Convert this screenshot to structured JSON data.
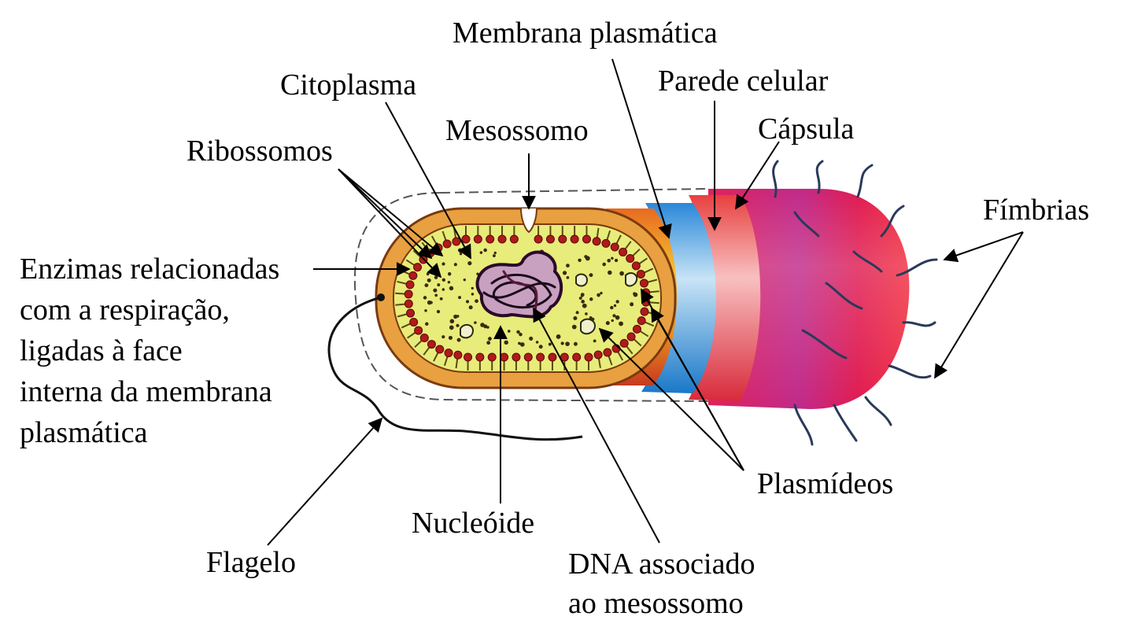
{
  "labels": {
    "membrana_plasmatica": "Membrana plasmática",
    "parede_celular": "Parede celular",
    "citoplasma": "Citoplasma",
    "mesossomo": "Mesossomo",
    "capsula": "Cápsula",
    "ribossomos": "Ribossomos",
    "fimbrias": "Fímbrias",
    "enzimas": [
      "Enzimas relacionadas",
      "com a respiração,",
      "ligadas à face",
      "interna da membrana",
      "plasmática"
    ],
    "plasmideos": "Plasmídeos",
    "nucleoide": "Nucleóide",
    "flagelo": "Flagelo",
    "dna_mesossomo": [
      "DNA associado",
      "ao mesossomo"
    ]
  },
  "colors": {
    "capsule": "#d8164e",
    "cell_wall": "#e03a48",
    "membrane": "#3a9ad8",
    "cytoplasm": "#e8ec7a",
    "ribosome": "#b01a1a",
    "outline": "#8a4a10"
  }
}
